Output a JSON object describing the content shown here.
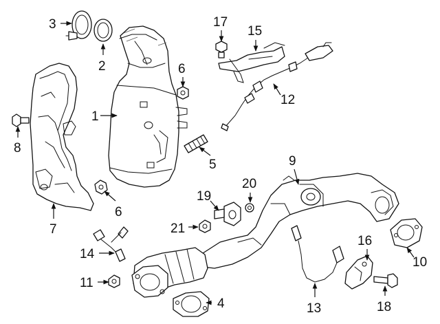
{
  "callouts": {
    "c1": "1",
    "c2": "2",
    "c3": "3",
    "c4": "4",
    "c5": "5",
    "c6a": "6",
    "c6b": "6",
    "c7": "7",
    "c8": "8",
    "c9": "9",
    "c10": "10",
    "c11": "11",
    "c12": "12",
    "c13": "13",
    "c14": "14",
    "c15": "15",
    "c16": "16",
    "c17": "17",
    "c18": "18",
    "c19": "19",
    "c20": "20",
    "c21": "21"
  },
  "colors": {
    "line": "#111111",
    "background": "#ffffff"
  }
}
